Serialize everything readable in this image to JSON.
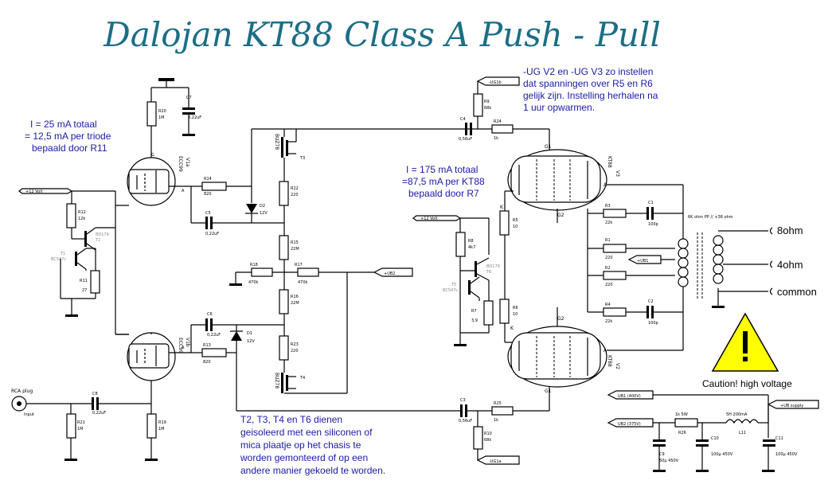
{
  "title": "Dalojan KT88 Class A Push - Pull",
  "notes": {
    "ecc99_current": [
      "I = 25 mA totaal",
      "= 12,5 mA per triode",
      "bepaald door R11"
    ],
    "kt88_current": [
      "I = 175 mA totaal",
      "=87,5 mA per KT88",
      "bepaald door R7"
    ],
    "ug_adjust": [
      "-UG V2 en -UG V3 zo instellen",
      "dat spanningen over R5 en R6",
      "gelijk zijn. Instelling herhalen na",
      "1 uur opwarmen."
    ],
    "insulation": [
      "T2, T3, T4 en T6 dienen",
      "geisoleerd met een siliconen of",
      "mica plaatje op het chasis te",
      "worden gemonteerd of op een",
      "andere manier gekoeld te worden."
    ]
  },
  "outputs": {
    "ohm8": "8ohm",
    "ohm4": "4ohm",
    "common": "common"
  },
  "caution": "Caution! high voltage",
  "tubes": {
    "v1a": {
      "name": "V1a",
      "type": "ECC99"
    },
    "v1b": {
      "name": "V1b",
      "type": "ECC99"
    },
    "v2": {
      "name": "V2",
      "type": "KT88"
    },
    "v3": {
      "name": "V3",
      "type": "KT88"
    }
  },
  "input": {
    "connector": "RCA plug",
    "label": "Input"
  },
  "components": {
    "r20": {
      "name": "R20",
      "value": "1M"
    },
    "c7": {
      "name": "C7",
      "value": "0,22uF"
    },
    "r12": {
      "name": "R12",
      "value": "12k"
    },
    "r11": {
      "name": "R11",
      "value": "27"
    },
    "r14": {
      "name": "R14",
      "value": "820"
    },
    "c5": {
      "name": "C5",
      "value": "0,22uF"
    },
    "d2": {
      "name": "D2",
      "value": "12V"
    },
    "r22": {
      "name": "R22",
      "value": "220"
    },
    "r15": {
      "name": "R15",
      "value": "22M"
    },
    "r18": {
      "name": "R18",
      "value": "470k"
    },
    "r17": {
      "name": "R17",
      "value": "470k"
    },
    "r16": {
      "name": "R16",
      "value": "22M"
    },
    "c6": {
      "name": "C6",
      "value": "0,22uF"
    },
    "d1": {
      "name": "D1",
      "value": "12V"
    },
    "r13": {
      "name": "R13",
      "value": "820"
    },
    "r23": {
      "name": "R23",
      "value": "220"
    },
    "c8": {
      "name": "C8",
      "value": "0,22uF"
    },
    "r21": {
      "name": "R21",
      "value": "1M"
    },
    "r19": {
      "name": "R19",
      "value": "1M"
    },
    "r9": {
      "name": "R9",
      "value": "68k"
    },
    "c4": {
      "name": "C4",
      "value": "0,56uF"
    },
    "r24": {
      "name": "R24",
      "value": "1k"
    },
    "r5": {
      "name": "R5",
      "value": "10"
    },
    "r8": {
      "name": "R8",
      "value": "4k7"
    },
    "r7": {
      "name": "R7",
      "value": "3,9"
    },
    "r6": {
      "name": "R6",
      "value": "10"
    },
    "c3": {
      "name": "C3",
      "value": "0,56uF"
    },
    "r25": {
      "name": "R25",
      "value": "1k"
    },
    "r10": {
      "name": "R10",
      "value": "68k"
    },
    "r3": {
      "name": "R3",
      "value": "22k"
    },
    "c1": {
      "name": "C1",
      "value": "100p"
    },
    "r1": {
      "name": "R1",
      "value": "220"
    },
    "r2": {
      "name": "R2",
      "value": "220"
    },
    "r4": {
      "name": "R4",
      "value": "22k"
    },
    "c2": {
      "name": "C2",
      "value": "100p"
    },
    "c9": {
      "name": "C9",
      "value": "50µ 450V"
    },
    "r26": {
      "name": "R26",
      "value": "1k 5W"
    },
    "c10": {
      "name": "C10",
      "value": "100µ 450V"
    },
    "l11": {
      "name": "L11",
      "value": "5H 200mA"
    },
    "c11": {
      "name": "C11",
      "value": "100µ 450V"
    }
  },
  "transistors": {
    "t2": {
      "name": "T2",
      "type": "BD179"
    },
    "t1": {
      "name": "T1",
      "type": "BC547c"
    },
    "t3": {
      "name": "T3",
      "type": "BUZ78"
    },
    "t4": {
      "name": "T4",
      "type": "BUZ78"
    },
    "t6": {
      "name": "T6",
      "type": "BD179"
    },
    "t5": {
      "name": "T5",
      "type": "BC547c"
    }
  },
  "rails": {
    "v12_left": "+12 Volt",
    "v12_right": "+12 Volt",
    "ub2": "+UB2",
    "ub1": "+UB1",
    "ug1b": "-UG1b",
    "ug1a": "-UG1a",
    "ub1_400": "UB1 (400V)",
    "ub2_375": "UB2 (375V)",
    "ub_supply": "+UB supply"
  },
  "transformer": {
    "label": "6K ohm PP // +38 ohm"
  },
  "pin_labels": {
    "g1": "G1",
    "g2": "G2",
    "k": "K",
    "a": "A",
    "g": "G"
  }
}
